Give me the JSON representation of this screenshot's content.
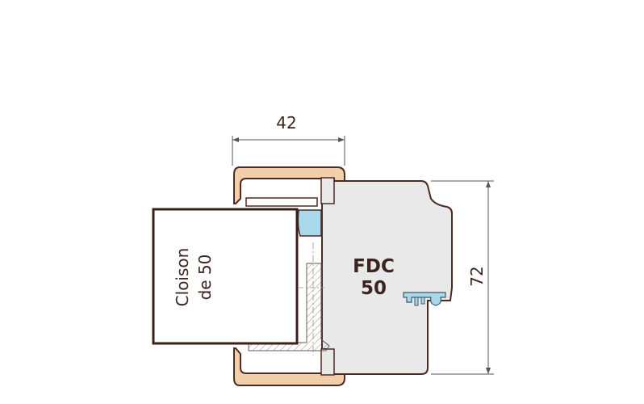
{
  "diagram": {
    "dimension_width": "42",
    "dimension_height": "72",
    "wall_label": [
      "Cloison",
      "de 50"
    ],
    "frame_label": [
      "FDC",
      "50"
    ]
  },
  "colors": {
    "wood": "#f2cfaa",
    "wood_stroke": "#4a2c24",
    "frame_fill": "#e9e9ea",
    "glass": "#a9d8ea",
    "dimension_line": "#555555",
    "wall_stroke": "#3b1f1a"
  }
}
